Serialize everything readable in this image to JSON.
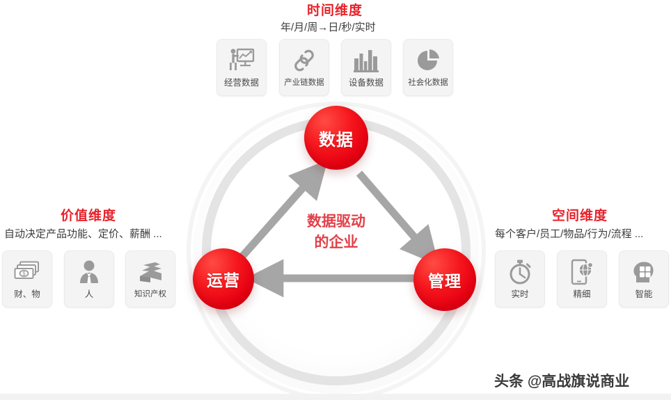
{
  "dimensions": {
    "time": {
      "title": "时间维度",
      "subtitle": "年/月/周→日/秒/实时",
      "tiles": [
        {
          "label": "经营数据",
          "icon": "presentation-chart-icon"
        },
        {
          "label": "产业链数据",
          "icon": "chain-link-icon"
        },
        {
          "label": "设备数据",
          "icon": "buildings-bar-icon"
        },
        {
          "label": "社会化数据",
          "icon": "pie-chart-icon"
        }
      ]
    },
    "value": {
      "title": "价值维度",
      "subtitle": "自动决定产品功能、定价、薪酬 ...",
      "tiles": [
        {
          "label": "财、物",
          "icon": "banknotes-icon"
        },
        {
          "label": "人",
          "icon": "person-suit-icon"
        },
        {
          "label": "知识产权",
          "icon": "books-icon"
        }
      ]
    },
    "space": {
      "title": "空间维度",
      "subtitle": "每个客户/员工/物品/行为/流程 ...",
      "tiles": [
        {
          "label": "实时",
          "icon": "stopwatch-icon"
        },
        {
          "label": "精细",
          "icon": "mobile-globe-icon"
        },
        {
          "label": "智能",
          "icon": "head-puzzle-icon"
        }
      ]
    }
  },
  "core": {
    "nodes": [
      {
        "id": "data",
        "label": "数据"
      },
      {
        "id": "operations",
        "label": "运营"
      },
      {
        "id": "management",
        "label": "管理"
      }
    ],
    "caption_line1": "数据驱动",
    "caption_line2": "的企业",
    "flow": [
      {
        "from": "运营",
        "to": "数据"
      },
      {
        "from": "数据",
        "to": "管理"
      },
      {
        "from": "管理",
        "to": "运营"
      }
    ]
  },
  "watermark": "头条 @高战旗说商业",
  "colors": {
    "accent_red": "#e8222a",
    "node_red": "#e60012",
    "caption_red": "#e2404a",
    "arrow_gray": "#a6a6a6",
    "ring_gray": "#e4e4e4",
    "tile_gray": "#f4f4f4",
    "icon_gray": "#9a9a9a",
    "background": "#ffffff"
  }
}
